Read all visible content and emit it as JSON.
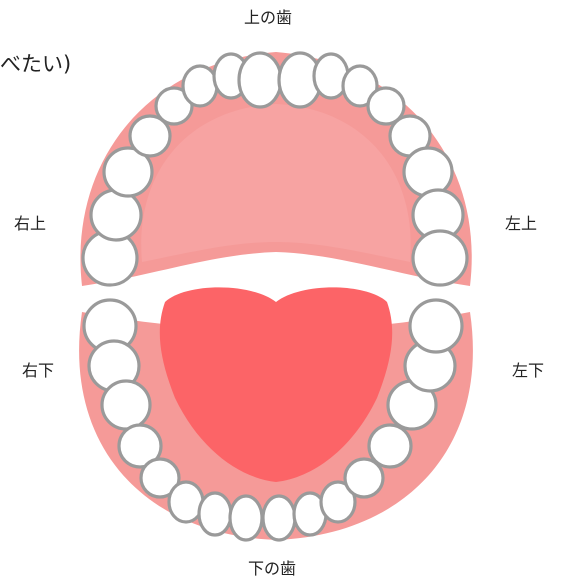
{
  "labels": {
    "upper_teeth": "上の歯",
    "lower_teeth": "下の歯",
    "upper_right": "右上",
    "upper_left": "左上",
    "lower_right": "右下",
    "lower_left": "左下",
    "truncated_heading": "べたい)"
  },
  "colors": {
    "gum": "#f59a98",
    "palate": "#f7a3a2",
    "tongue": "#fc6467",
    "tooth_fill": "#ffffff",
    "tooth_outline": "#9a9a9a"
  }
}
